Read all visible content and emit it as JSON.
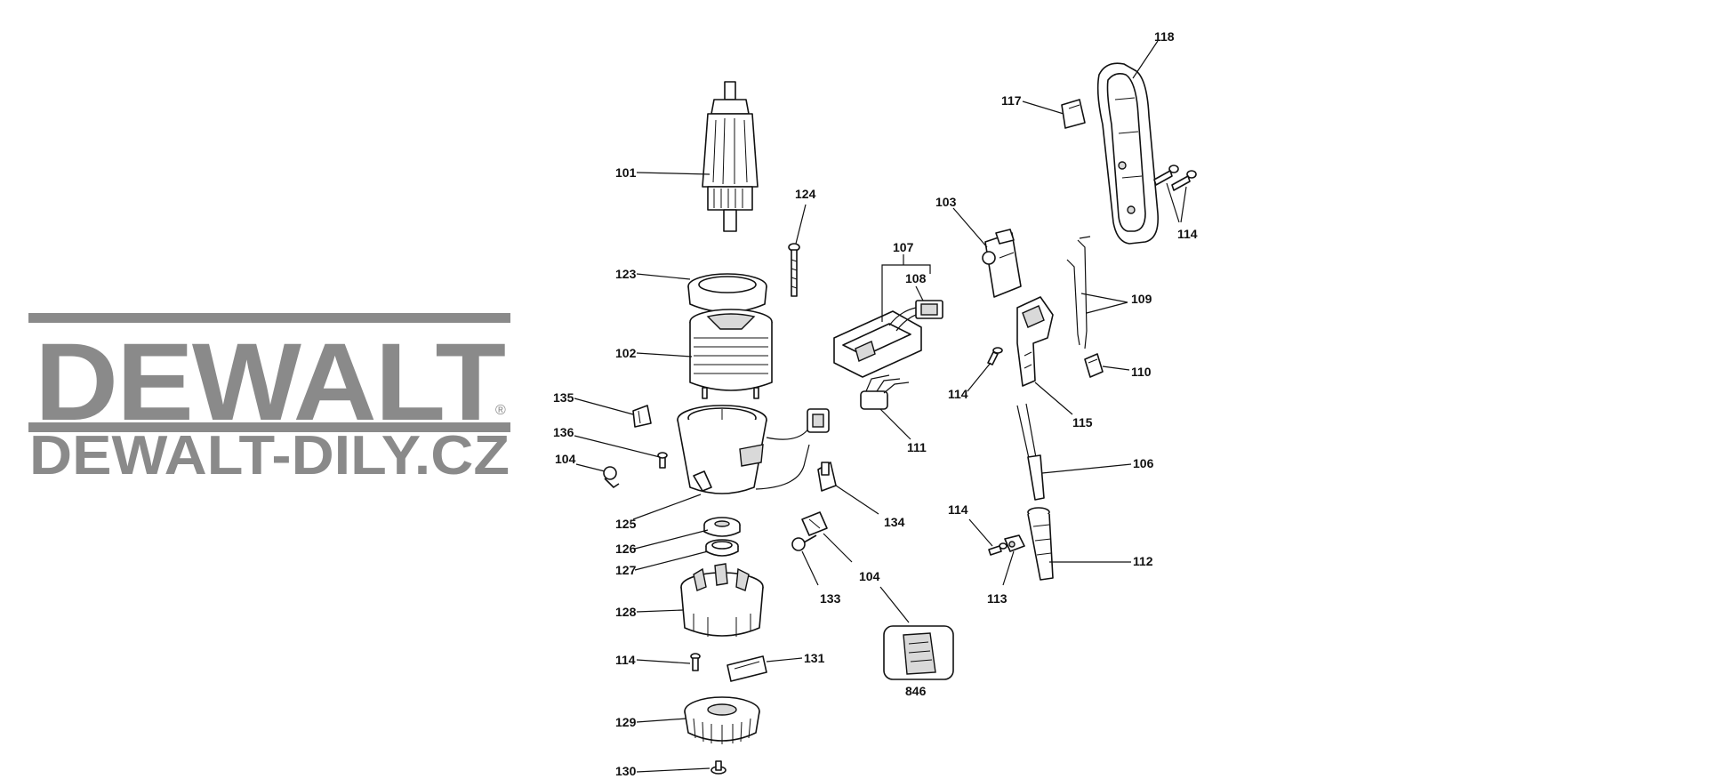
{
  "logo": {
    "brand": "DEWALT",
    "registered": "®",
    "site": "DEWALT-DILY.CZ",
    "color": "#8a8a8a"
  },
  "callouts": {
    "c101": "101",
    "c102": "102",
    "c103": "103",
    "c104a": "104",
    "c104b": "104",
    "c106": "106",
    "c107": "107",
    "c108": "108",
    "c109": "109",
    "c110": "110",
    "c111": "111",
    "c112": "112",
    "c113": "113",
    "c114a": "114",
    "c114b": "114",
    "c114c": "114",
    "c114d": "114",
    "c115": "115",
    "c117": "117",
    "c118": "118",
    "c123": "123",
    "c124": "124",
    "c125": "125",
    "c126": "126",
    "c127": "127",
    "c128": "128",
    "c129": "129",
    "c130": "130",
    "c131": "131",
    "c133": "133",
    "c134": "134",
    "c135": "135",
    "c136": "136",
    "c846": "846"
  }
}
